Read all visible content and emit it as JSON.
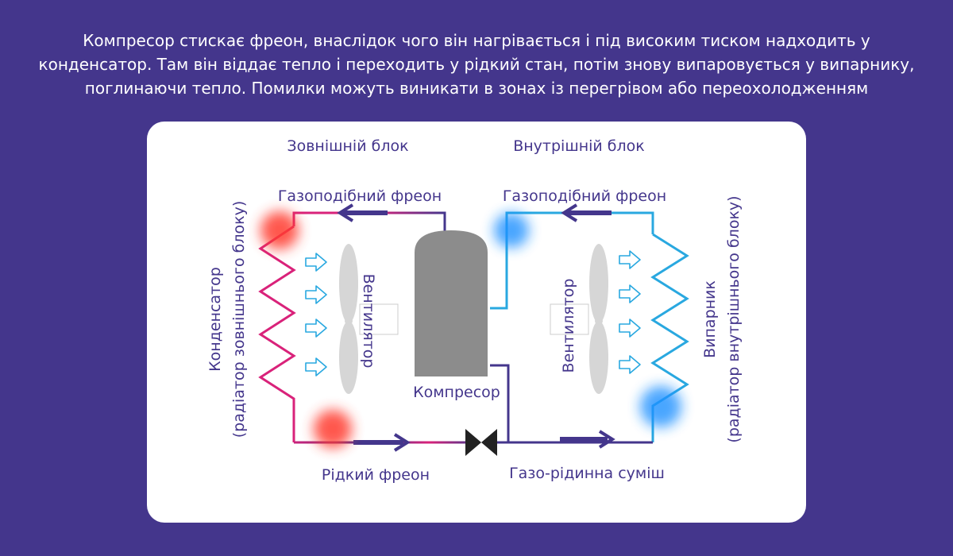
{
  "caption": "Компресор стискає фреон, внаслідок чого він нагрівається і під високим тиском надходить у конденсатор. Там він віддає тепло і переходить у рідкий стан, потім знову випаровується у випарнику, поглинаючи тепло. Помилки можуть виникати в зонах із перегрівом або переохолодженням",
  "labels": {
    "outdoor_unit": "Зовнішній блок",
    "indoor_unit": "Внутрішній блок",
    "gas_freon_left": "Газоподібний фреон",
    "gas_freon_right": "Газоподібний фреон",
    "liquid_freon": "Рідкий фреон",
    "gas_liquid_mix": "Газо-рідинна суміш",
    "compressor": "Компресор",
    "fan_left": "Вентилятор",
    "fan_right": "Вентилятор",
    "condenser": "Конденсатор",
    "condenser_sub": "(радіатор зовнішнього блоку)",
    "evaporator": "Випарник",
    "evaporator_sub": "(радіатор внутрішнього блоку)"
  },
  "colors": {
    "background": "#44368c",
    "card": "#ffffff",
    "hot_line": "#d9227a",
    "cold_line": "#29a8e0",
    "dark_line": "#44368c",
    "compressor": "#8c8c8c",
    "fan": "#d6d6d6",
    "airflow_arrow": "#29a8e0",
    "hot_glow": "#ff3b2f",
    "cold_glow": "#1e90ff"
  },
  "icons": {
    "fan": "fan-icon",
    "compressor": "compressor-icon",
    "valve": "expansion-valve-icon",
    "airflow": "airflow-arrow-icon",
    "flow": "flow-arrow-icon"
  }
}
